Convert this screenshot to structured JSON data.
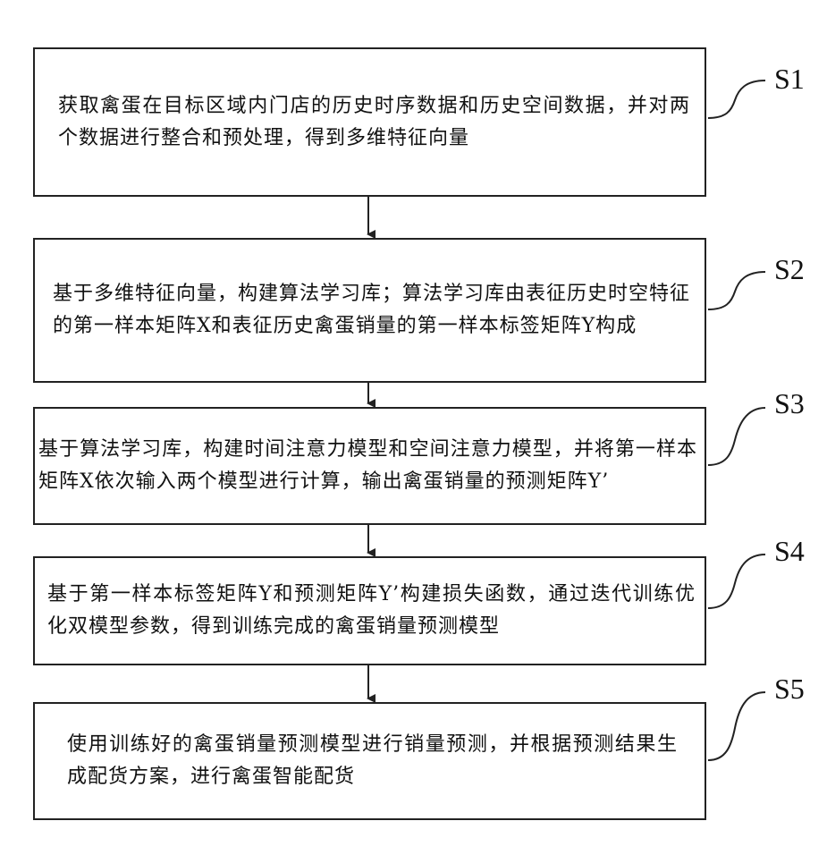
{
  "steps": [
    {
      "id": "S1",
      "text": "获取禽蛋在目标区域内门店的历史时序数据和历史空间数据，并对两个数据进行整合和预处理，得到多维特征向量"
    },
    {
      "id": "S2",
      "text": "基于多维特征向量，构建算法学习库；算法学习库由表征历史时空特征的第一样本矩阵X和表征历史禽蛋销量的第一样本标签矩阵Y构成"
    },
    {
      "id": "S3",
      "text": "基于算法学习库，构建时间注意力模型和空间注意力模型，并将第一样本矩阵X依次输入两个模型进行计算，输出禽蛋销量的预测矩阵Y’"
    },
    {
      "id": "S4",
      "text": "基于第一样本标签矩阵Y和预测矩阵Y’构建损失函数，通过迭代训练优化双模型参数，得到训练完成的禽蛋销量预测模型"
    },
    {
      "id": "S5",
      "text": "使用训练好的禽蛋销量预测模型进行销量预测，并根据预测结果生成配货方案，进行禽蛋智能配货"
    }
  ]
}
